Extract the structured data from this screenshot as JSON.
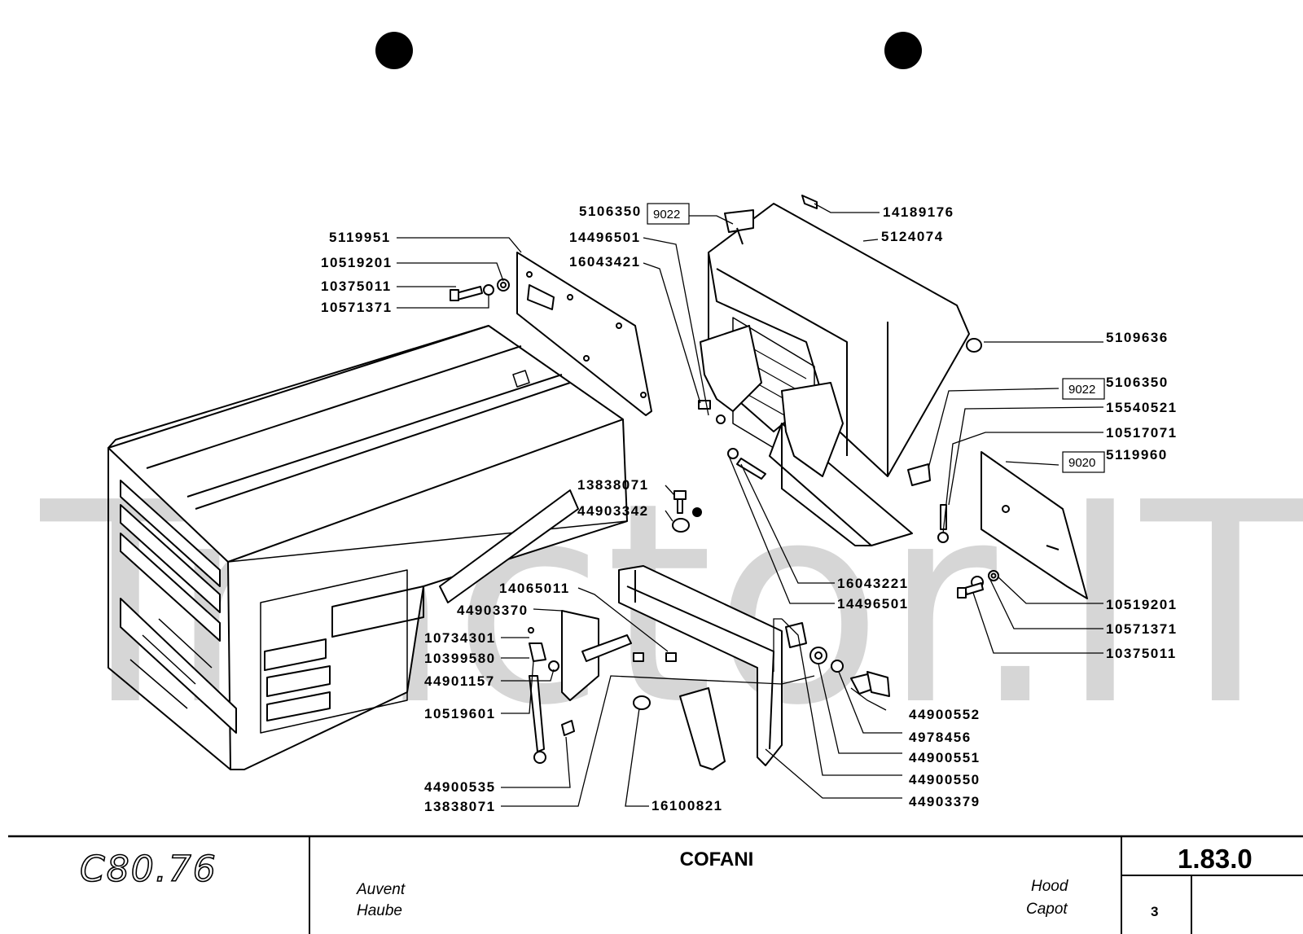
{
  "diagram": {
    "part_numbers": {
      "p5106350_top": "5106350",
      "box9022_top": "9022",
      "p14189176": "14189176",
      "p5124074": "5124074",
      "p14496501_top": "14496501",
      "p16043421": "16043421",
      "p5119951": "5119951",
      "p10519201_left": "10519201",
      "p10375011_left": "10375011",
      "p10571371_left": "10571371",
      "p5109636": "5109636",
      "box9022_right": "9022",
      "p5106350_right": "5106350",
      "p15540521": "15540521",
      "p10517071": "10517071",
      "box9020": "9020",
      "p5119960": "5119960",
      "p13838071_mid": "13838071",
      "p44903342": "44903342",
      "p16043221": "16043221",
      "p14496501_mid": "14496501",
      "p10519201_right": "10519201",
      "p10571371_right": "10571371",
      "p10375011_right": "10375011",
      "p14065011": "14065011",
      "p44903370": "44903370",
      "p10734301": "10734301",
      "p10399580": "10399580",
      "p44901157": "44901157",
      "p10519601": "10519601",
      "p44900535": "44900535",
      "p13838071_low": "13838071",
      "p16100821": "16100821",
      "p44900552": "44900552",
      "p4978456": "4978456",
      "p44900551": "44900551",
      "p44900550": "44900550",
      "p44903379": "44903379"
    },
    "watermark": "Tractor.IT"
  },
  "footer": {
    "model_logo": "C80.76",
    "title": "COFANI",
    "lang_fr_left": "Auvent",
    "lang_de_left": "Haube",
    "lang_en_right": "Hood",
    "lang_fr_right": "Capot",
    "page_code": "1.83.0",
    "sheet_number": "3"
  }
}
